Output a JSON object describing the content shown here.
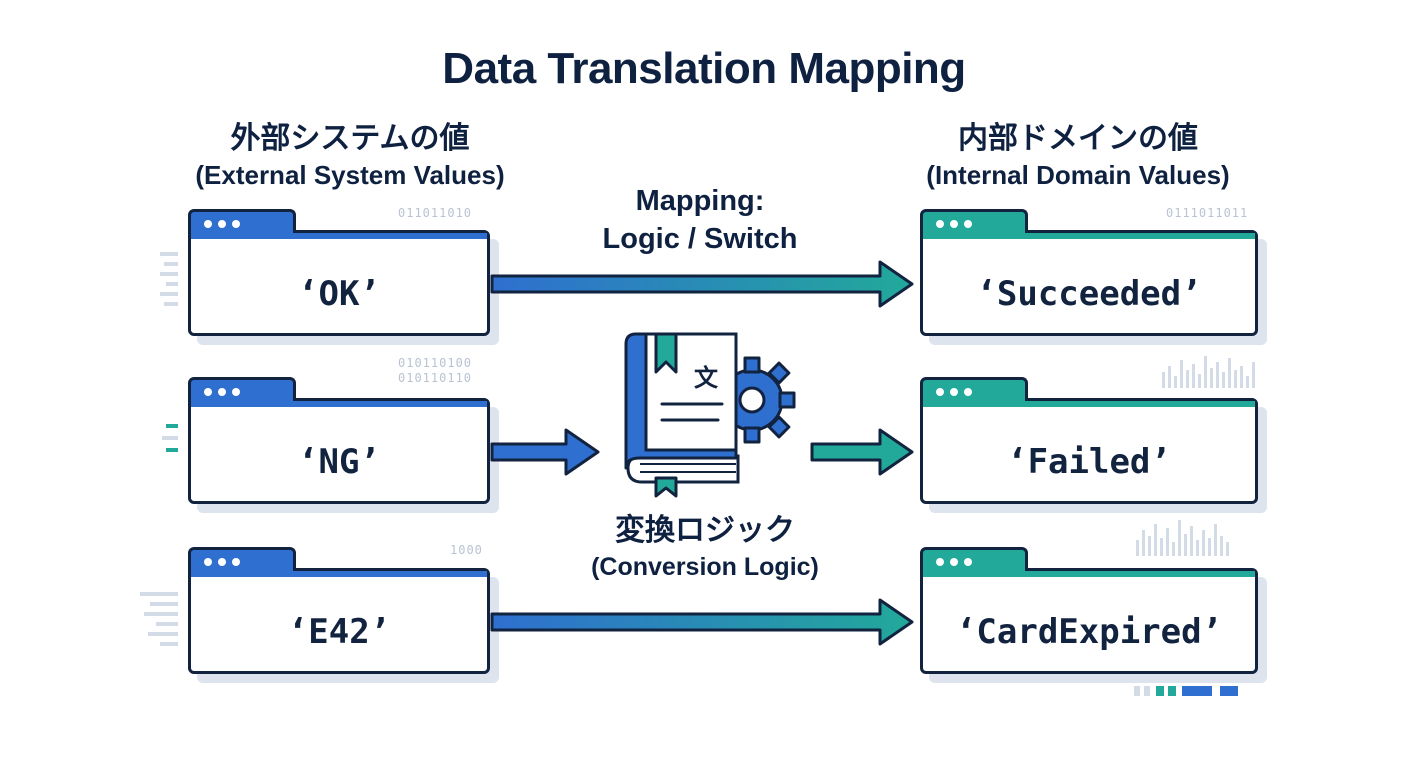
{
  "title": "Data Translation Mapping",
  "external": {
    "heading_jp": "外部システムの値",
    "heading_en": "(External System Values)",
    "values": [
      "‘OK’",
      "‘NG’",
      "‘E42’"
    ],
    "binary": [
      "011011010",
      "010110100\n010110110",
      "1000"
    ]
  },
  "internal": {
    "heading_jp": "内部ドメインの値",
    "heading_en": "(Internal Domain Values)",
    "values": [
      "‘Succeeded’",
      "‘Failed’",
      "‘CardExpired’"
    ],
    "binary": [
      "0111011011"
    ]
  },
  "mapping": {
    "line1": "Mapping:",
    "line2": "Logic / Switch"
  },
  "conversion": {
    "label_jp": "変換ロジック",
    "label_en": "(Conversion Logic)",
    "icon": "translation-book-gear-icon"
  },
  "colors": {
    "navy": "#12233f",
    "blue": "#2f6fd0",
    "teal": "#22a99a",
    "light": "#dde4ee"
  }
}
